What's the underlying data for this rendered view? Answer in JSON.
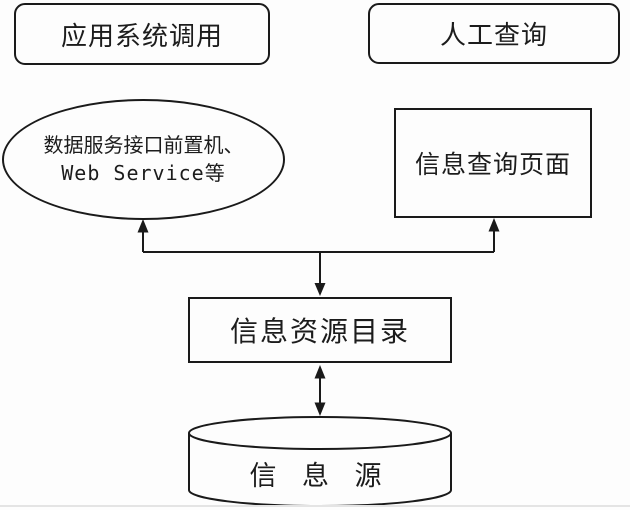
{
  "diagram": {
    "background_color": "#fdfdfd",
    "stroke_color": "#1a1a1a",
    "text_color": "#1c1c1c",
    "nodes": {
      "app_call": {
        "shape": "rounded-rect",
        "label": "应用系统调用"
      },
      "manual_query": {
        "shape": "rounded-rect",
        "label": "人工查询"
      },
      "frontend": {
        "shape": "ellipse",
        "label_line1": "数据服务接口前置机、",
        "label_line2": "Web Service等"
      },
      "query_page": {
        "shape": "rect",
        "label": "信息查询页面"
      },
      "catalog": {
        "shape": "rect",
        "label": "信息资源目录"
      },
      "source": {
        "shape": "cylinder",
        "label": "信 息 源"
      }
    },
    "edges": [
      {
        "from": "catalog-junction",
        "to": "frontend",
        "arrowhead": "up"
      },
      {
        "from": "catalog-junction",
        "to": "query_page",
        "arrowhead": "up"
      },
      {
        "from": "catalog-junction",
        "to": "catalog",
        "arrowhead": "down"
      },
      {
        "from": "catalog",
        "to": "source",
        "arrowhead": "both"
      }
    ]
  }
}
